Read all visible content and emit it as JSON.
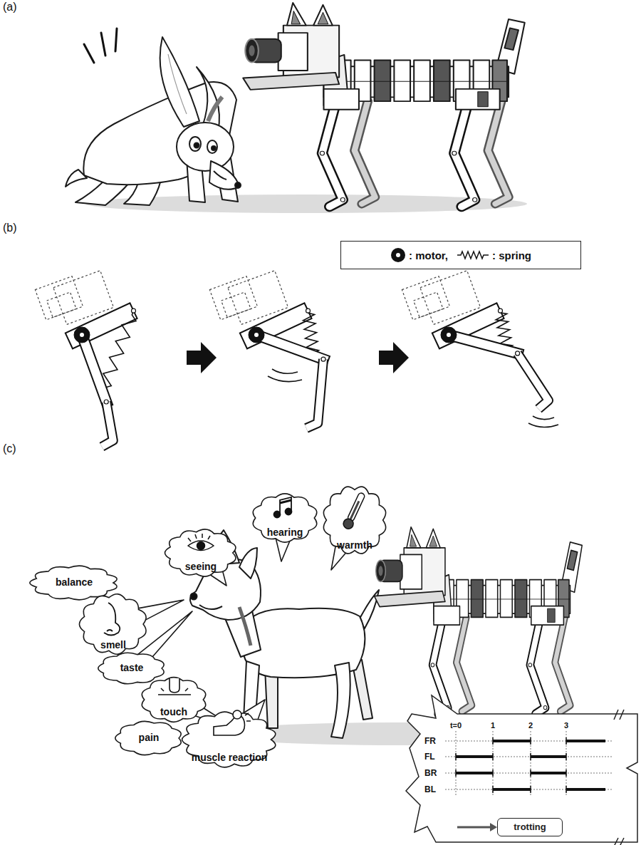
{
  "diagram": {
    "nodes": [
      {
        "text": [
          "hearing"
        ]
      },
      {
        "text": [
          "warmth"
        ]
      },
      {
        "text": [
          "seeing"
        ]
      },
      {
        "text": [
          "balance"
        ]
      },
      {
        "text": [
          "smell"
        ]
      },
      {
        "text": [
          "taste"
        ]
      },
      {
        "text": [
          "touch"
        ]
      },
      {
        "text": [
          "pain"
        ]
      },
      {
        "text": [
          "muscle reaction"
        ]
      },
      {
        "text": [
          "trotting"
        ]
      }
    ],
    "labels": [
      "(a)",
      "(b)",
      "(c)",
      "t=0",
      "1",
      "2",
      "3",
      "FR",
      "FL",
      "BR",
      "BL"
    ],
    "legend": [
      {
        "text": ": motor,"
      },
      {
        "text": ": spring"
      }
    ]
  }
}
